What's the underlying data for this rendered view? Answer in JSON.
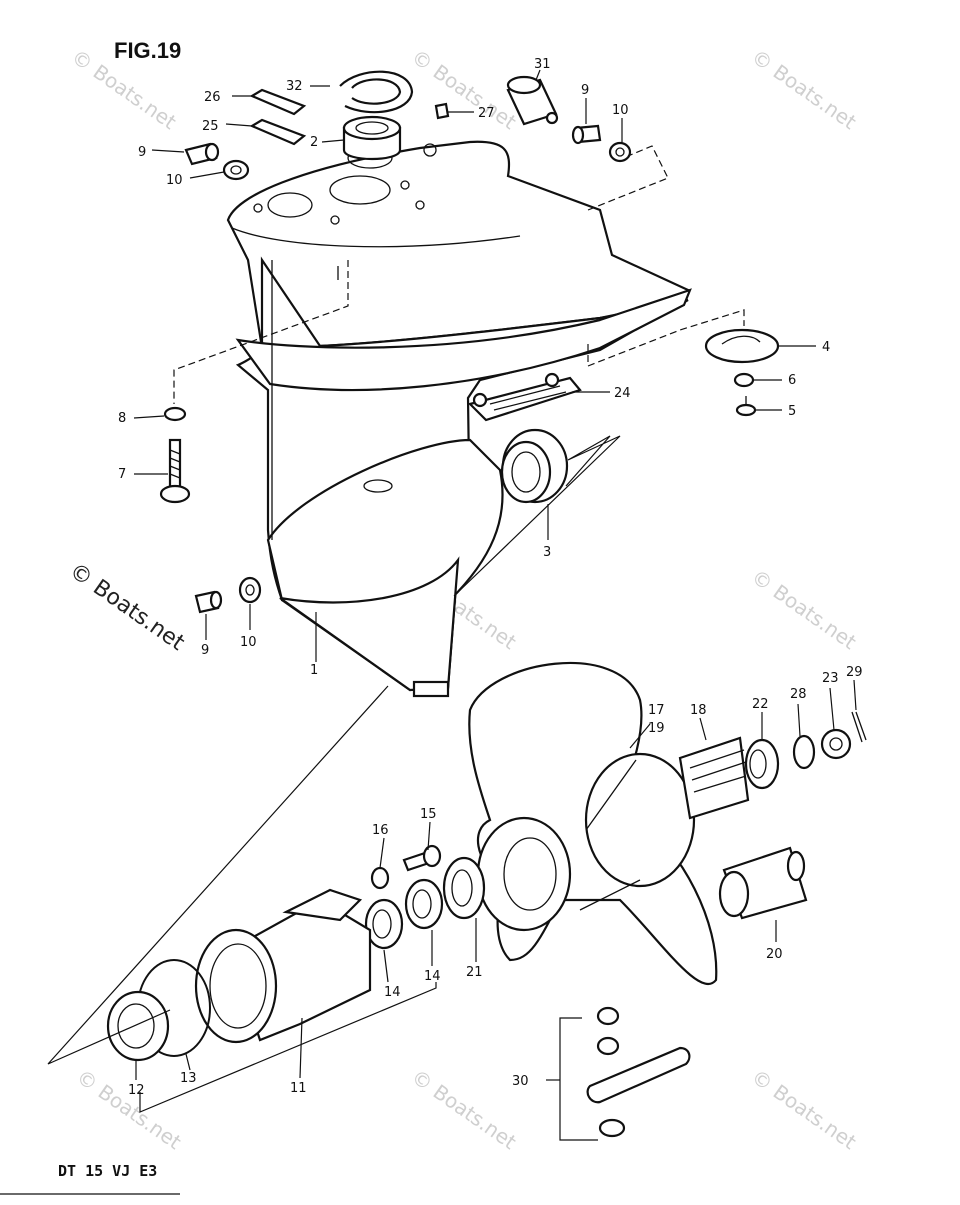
{
  "figure": {
    "title": "FIG.19",
    "model_code": "DT 15 VJ E3"
  },
  "watermark": {
    "text": "© Boats.net"
  },
  "callouts": {
    "c1": "1",
    "c2": "2",
    "c3": "3",
    "c4": "4",
    "c5": "5",
    "c6": "6",
    "c7": "7",
    "c8": "8",
    "c9a": "9",
    "c9b": "9",
    "c9c": "9",
    "c10a": "10",
    "c10b": "10",
    "c10c": "10",
    "c11": "11",
    "c12": "12",
    "c13": "13",
    "c14a": "14",
    "c14b": "14",
    "c15": "15",
    "c16": "16",
    "c17": "17",
    "c18": "18",
    "c19": "19",
    "c20": "20",
    "c21": "21",
    "c22": "22",
    "c23": "23",
    "c24": "24",
    "c25": "25",
    "c26": "26",
    "c27": "27",
    "c28": "28",
    "c29": "29",
    "c30": "30",
    "c31": "31",
    "c32": "32"
  }
}
